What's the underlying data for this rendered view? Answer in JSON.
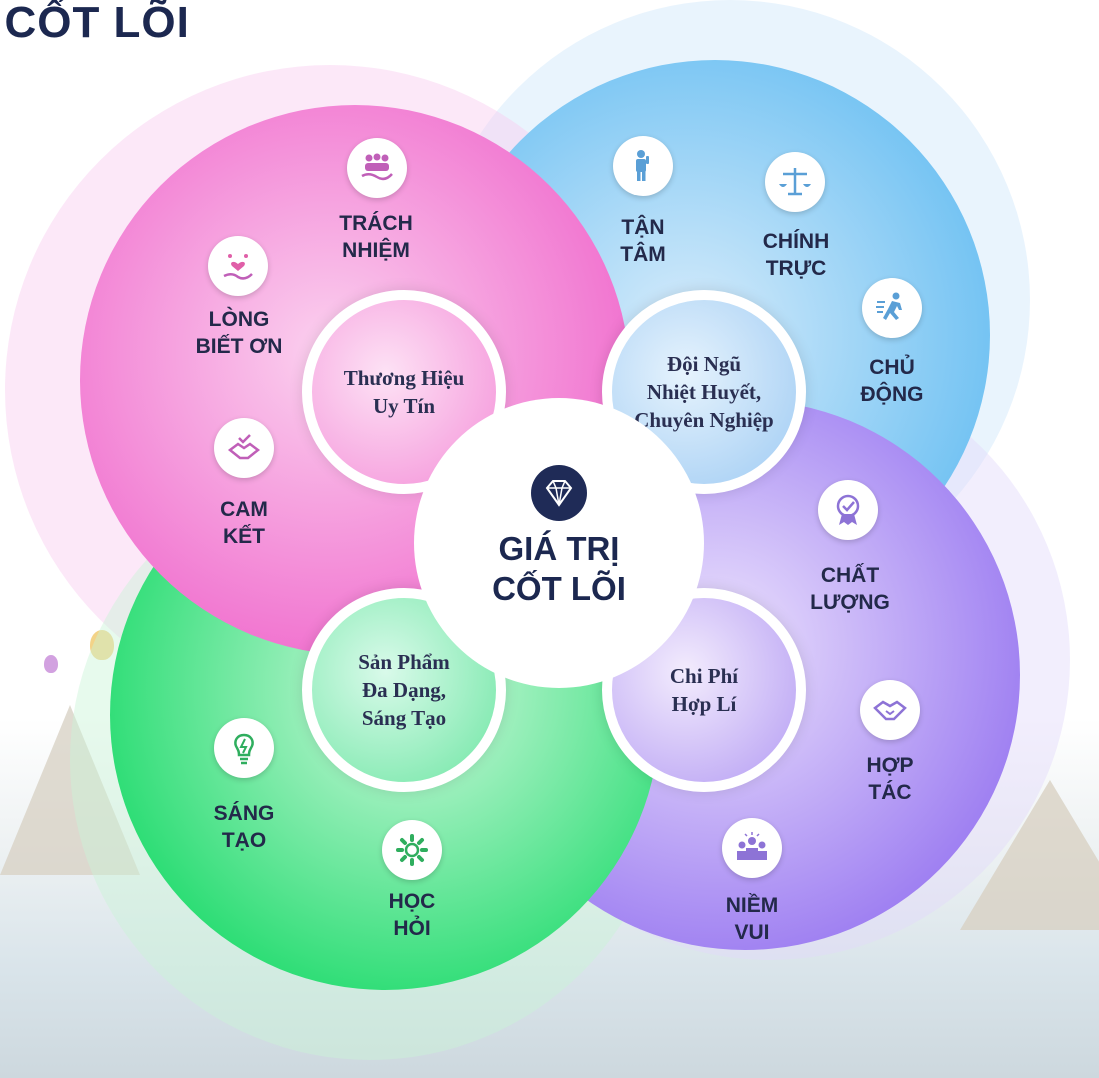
{
  "page_title": "Ị CỐT LÕI",
  "center": {
    "title": "GIÁ TRỊ\nCỐT LÕI",
    "icon": "diamond-icon"
  },
  "pillars": [
    {
      "key": "brand",
      "label": "Thương Hiệu\nUy Tín",
      "color": "#f27fd0"
    },
    {
      "key": "team",
      "label": "Đội Ngũ\nNhiệt Huyết,\nChuyên Nghiệp",
      "color": "#8ac4f0"
    },
    {
      "key": "product",
      "label": "Sản Phẩm\nĐa Dạng,\nSáng Tạo",
      "color": "#4ee586"
    },
    {
      "key": "cost",
      "label": "Chi Phí\nHợp Lí",
      "color": "#ad92f2"
    }
  ],
  "values": [
    {
      "label": "TRÁCH\nNHIỆM",
      "icon": "people-hand-icon",
      "pillar": "brand"
    },
    {
      "label": "LÒNG\nBIẾT ƠN",
      "icon": "heart-hand-icon",
      "pillar": "brand"
    },
    {
      "label": "CAM\nKẾT",
      "icon": "handshake-check-icon",
      "pillar": "brand"
    },
    {
      "label": "TẬN\nTÂM",
      "icon": "person-icon",
      "pillar": "team"
    },
    {
      "label": "CHÍNH\nTRỰC",
      "icon": "scales-icon",
      "pillar": "team"
    },
    {
      "label": "CHỦ\nĐỘNG",
      "icon": "running-person-icon",
      "pillar": "team"
    },
    {
      "label": "CHẤT\nLƯỢNG",
      "icon": "quality-badge-icon",
      "pillar": "cost"
    },
    {
      "label": "HỢP\nTÁC",
      "icon": "handshake-icon",
      "pillar": "cost"
    },
    {
      "label": "NIỀM\nVUI",
      "icon": "joyful-people-icon",
      "pillar": "cost"
    },
    {
      "label": "SÁNG\nTẠO",
      "icon": "lightbulb-icon",
      "pillar": "product"
    },
    {
      "label": "HỌC\nHỎI",
      "icon": "gear-icon",
      "pillar": "product"
    }
  ]
}
